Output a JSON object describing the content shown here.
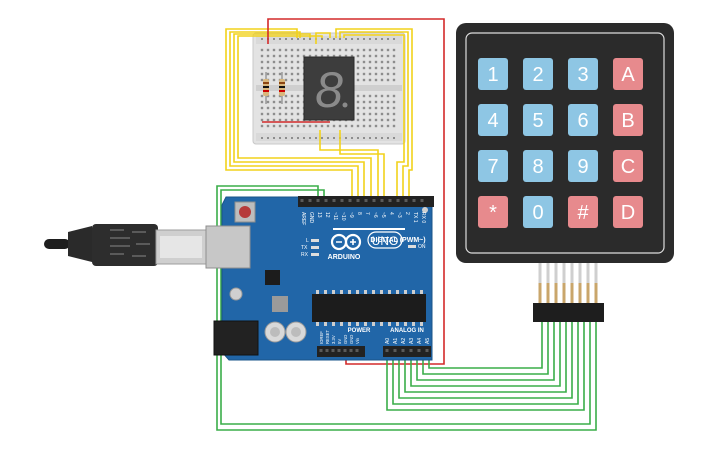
{
  "arduino": {
    "brand": "ARDUINO",
    "model": "UNO",
    "digital_label": "DIGITAL (PWM~)",
    "power_label": "POWER",
    "analog_label": "ANALOG IN",
    "led_l": "L",
    "led_tx": "TX",
    "led_rx": "RX",
    "led_on": "ON",
    "digital_pins": [
      "AREF",
      "GND",
      "13",
      "12",
      "~11",
      "~10",
      "~9",
      "8",
      "7",
      "~6",
      "~5",
      "4",
      "~3",
      "2",
      "TX 1",
      "RX 0"
    ],
    "power_pins": [
      "IOREF",
      "RESET",
      "3.3V",
      "5V",
      "GND",
      "GND",
      "Vin"
    ],
    "analog_pins": [
      "A0",
      "A1",
      "A2",
      "A3",
      "A4",
      "A5"
    ]
  },
  "display": {
    "digit": "8"
  },
  "keypad": {
    "rows": [
      [
        {
          "label": "1",
          "kind": "num"
        },
        {
          "label": "2",
          "kind": "num"
        },
        {
          "label": "3",
          "kind": "num"
        },
        {
          "label": "A",
          "kind": "fn"
        }
      ],
      [
        {
          "label": "4",
          "kind": "num"
        },
        {
          "label": "5",
          "kind": "num"
        },
        {
          "label": "6",
          "kind": "num"
        },
        {
          "label": "B",
          "kind": "fn"
        }
      ],
      [
        {
          "label": "7",
          "kind": "num"
        },
        {
          "label": "8",
          "kind": "num"
        },
        {
          "label": "9",
          "kind": "num"
        },
        {
          "label": "C",
          "kind": "fn"
        }
      ],
      [
        {
          "label": "*",
          "kind": "fn"
        },
        {
          "label": "0",
          "kind": "num"
        },
        {
          "label": "#",
          "kind": "fn"
        },
        {
          "label": "D",
          "kind": "fn"
        }
      ]
    ]
  },
  "colors": {
    "board": "#2166a8",
    "keypad_body": "#2b2b2b",
    "key_num": "#8ec6e4",
    "key_fn": "#e78a8d",
    "wire_yellow": "#f2d21b",
    "wire_green": "#3aad49",
    "wire_red": "#d42a2a",
    "breadboard": "#e8e8e8"
  }
}
